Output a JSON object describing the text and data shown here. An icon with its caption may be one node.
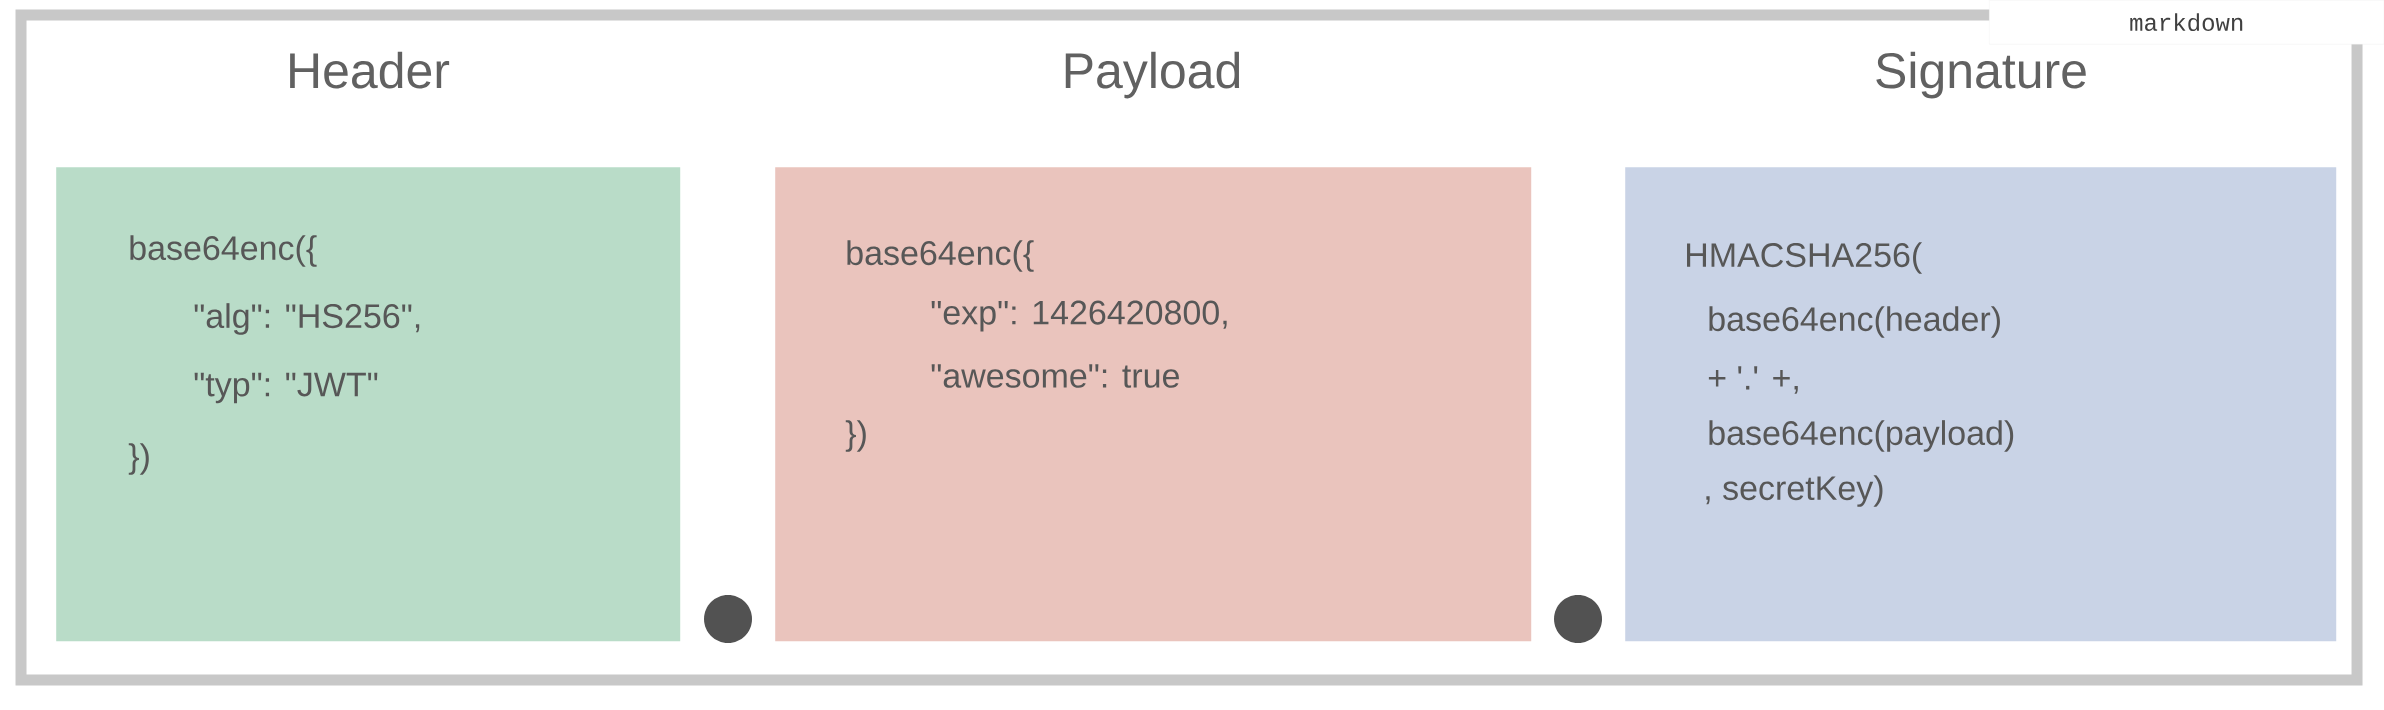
{
  "diagram": {
    "nodes": [
      {
        "text": [
          "Header",
          "base64enc({",
          "\"alg\":  \"HS256\",",
          "\"typ\":  \"JWT\"",
          "})"
        ]
      },
      {
        "text": [],
        "shape": "circle"
      },
      {
        "text": [
          "Payload",
          "base64enc({",
          "\"exp\": 1426420800,",
          "\"awesome\": true",
          "})"
        ]
      },
      {
        "text": [],
        "shape": "circle"
      },
      {
        "text": [
          "Signature",
          "HMACSHA256(",
          "base64enc(header)",
          "+ '.' +,",
          "base64enc(payload)",
          ", secretKey)"
        ]
      }
    ],
    "labels": [
      "markdown"
    ]
  }
}
